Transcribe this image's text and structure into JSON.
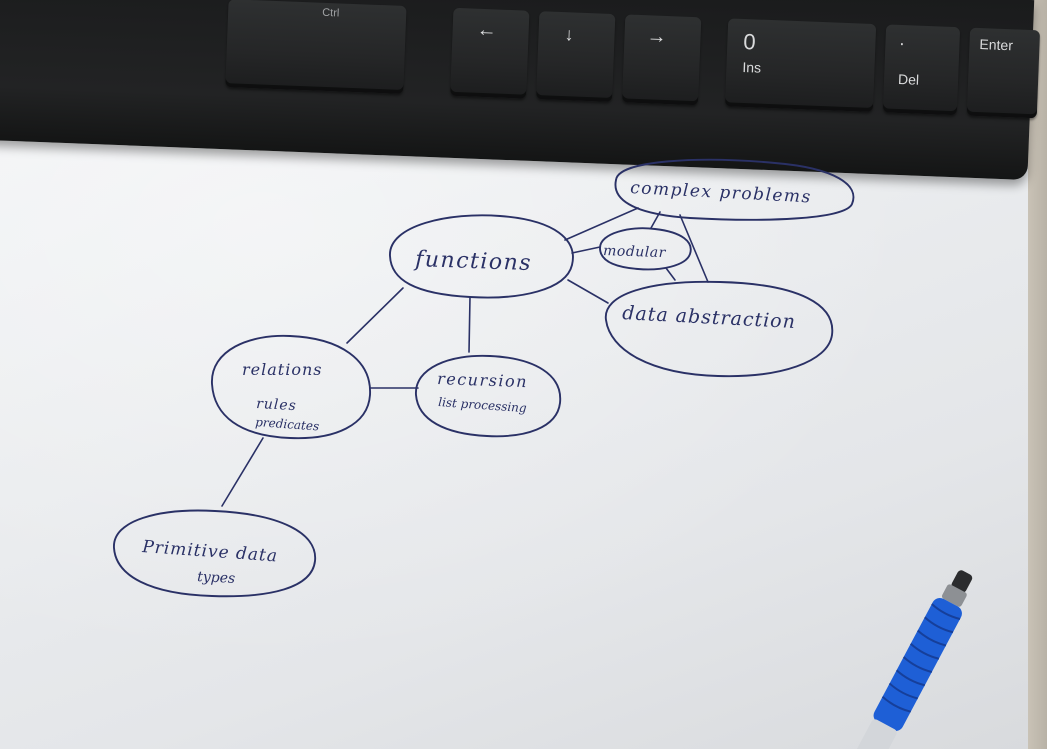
{
  "keyboard": {
    "keys": {
      "ctrl": "Ctrl",
      "arrow_left": "←",
      "arrow_down": "↓",
      "arrow_right": "→",
      "zero": "0",
      "ins": "Ins",
      "dot": ".",
      "del": "Del",
      "enter": "Enter"
    }
  },
  "diagram": {
    "nodes": {
      "complex_problems": "complex problems",
      "functions": "functions",
      "modular": "modular",
      "data_abstraction": "data abstraction",
      "relations": "relations",
      "rules": "rules",
      "predicates": "predicates",
      "recursion": "recursion",
      "list_processing": "list processing",
      "primitive_data": "Primitive data",
      "types": "types"
    }
  },
  "colors": {
    "ink": "#2a3166",
    "paper": "#eceef0",
    "keyboard": "#1f2021",
    "pen_body": "#1e5fd6"
  }
}
